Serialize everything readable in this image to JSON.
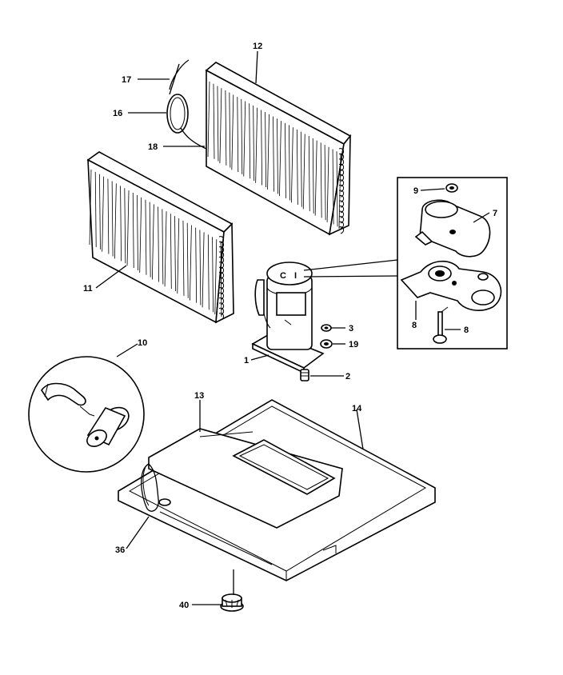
{
  "diagram": {
    "callouts": [
      {
        "key": "c12",
        "text": "12"
      },
      {
        "key": "c17",
        "text": "17"
      },
      {
        "key": "c16",
        "text": "16"
      },
      {
        "key": "c18",
        "text": "18"
      },
      {
        "key": "c11",
        "text": "11"
      },
      {
        "key": "c9",
        "text": "9"
      },
      {
        "key": "c7",
        "text": "7"
      },
      {
        "key": "c8a",
        "text": "8"
      },
      {
        "key": "c8b",
        "text": "8"
      },
      {
        "key": "c3",
        "text": "3"
      },
      {
        "key": "c19",
        "text": "19"
      },
      {
        "key": "c1",
        "text": "1"
      },
      {
        "key": "c2",
        "text": "2"
      },
      {
        "key": "c10",
        "text": "10"
      },
      {
        "key": "c13",
        "text": "13"
      },
      {
        "key": "c14",
        "text": "14"
      },
      {
        "key": "c36",
        "text": "36"
      },
      {
        "key": "c40",
        "text": "40"
      }
    ]
  }
}
